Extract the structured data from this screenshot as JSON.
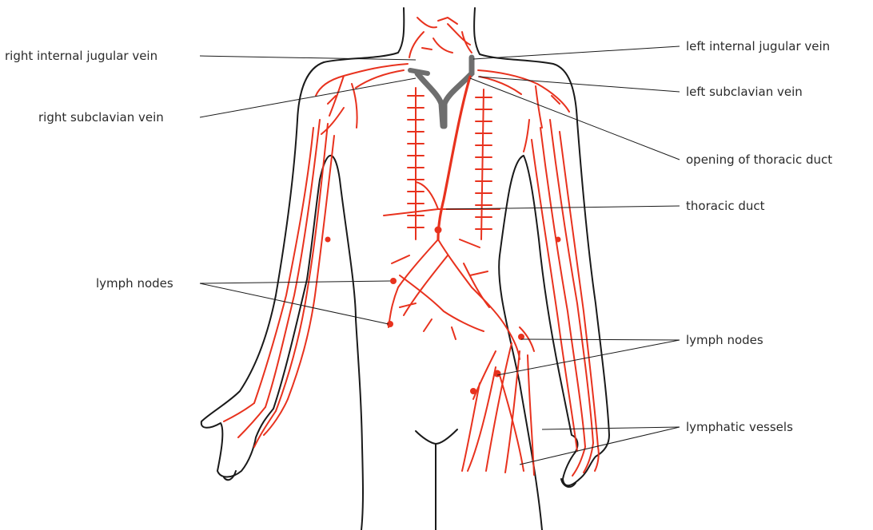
{
  "labels": {
    "right_internal_jugular_vein": "right internal jugular vein",
    "right_subclavian_vein": "right subclavian vein",
    "lymph_nodes_left": "lymph nodes",
    "left_internal_jugular_vein": "left internal jugular vein",
    "left_subclavian_vein": "left subclavian vein",
    "opening_of_thoracic_duct": "opening of thoracic duct",
    "thoracic_duct": "thoracic duct",
    "lymph_nodes_right": "lymph nodes",
    "lymphatic_vessels": "lymphatic vessels"
  },
  "colors": {
    "lymphatic": "#e8321e",
    "vein": "#6e6e6e",
    "outline": "#1a1a1a"
  }
}
